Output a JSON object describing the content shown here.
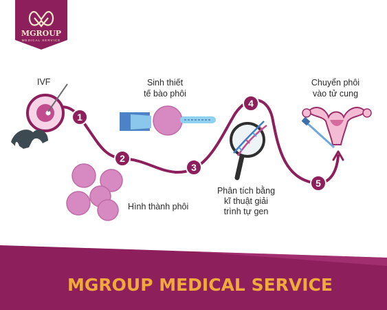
{
  "logo": {
    "name": "MGROUP",
    "tagline": "MEDICAL SERVICE"
  },
  "steps": [
    {
      "number": "1",
      "label_lines": [
        "IVF"
      ]
    },
    {
      "number": "2",
      "label_lines": [
        "Hình thành phôi"
      ]
    },
    {
      "number": "3",
      "label_lines": [
        "Sinh thiết",
        "tế bào phôi"
      ]
    },
    {
      "number": "4",
      "label_lines": [
        "Phân tích bằng",
        "kĩ thuật giải",
        "trình tự gen"
      ]
    },
    {
      "number": "5",
      "label_lines": [
        "Chuyển phôi",
        "vào tử cung"
      ]
    }
  ],
  "banner": {
    "text": "MGROUP MEDICAL SERVICE"
  },
  "colors": {
    "primary": "#8c1f5c",
    "accent": "#f2a93b",
    "embryo": "#d789c1"
  }
}
